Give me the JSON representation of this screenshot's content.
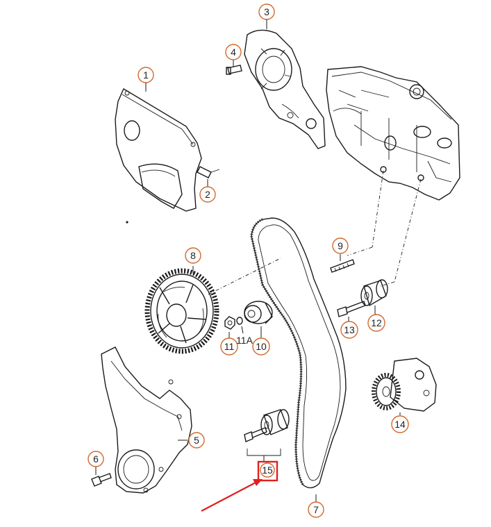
{
  "callouts": [
    {
      "id": "c1",
      "label": "1"
    },
    {
      "id": "c2",
      "label": "2"
    },
    {
      "id": "c3",
      "label": "3"
    },
    {
      "id": "c4",
      "label": "4"
    },
    {
      "id": "c5",
      "label": "5"
    },
    {
      "id": "c6",
      "label": "6"
    },
    {
      "id": "c7",
      "label": "7"
    },
    {
      "id": "c8",
      "label": "8"
    },
    {
      "id": "c9",
      "label": "9"
    },
    {
      "id": "c10",
      "label": "10"
    },
    {
      "id": "c11",
      "label": "11"
    },
    {
      "id": "c11a",
      "label": "11A"
    },
    {
      "id": "c12",
      "label": "12"
    },
    {
      "id": "c13",
      "label": "13"
    },
    {
      "id": "c14",
      "label": "14"
    },
    {
      "id": "c15",
      "label": "15"
    }
  ],
  "highlight": {
    "target": "15",
    "color": "#e02020"
  },
  "colors": {
    "callout_ring": "#d2692a",
    "line": "#1a1a1a",
    "arrow": "#e02020"
  }
}
